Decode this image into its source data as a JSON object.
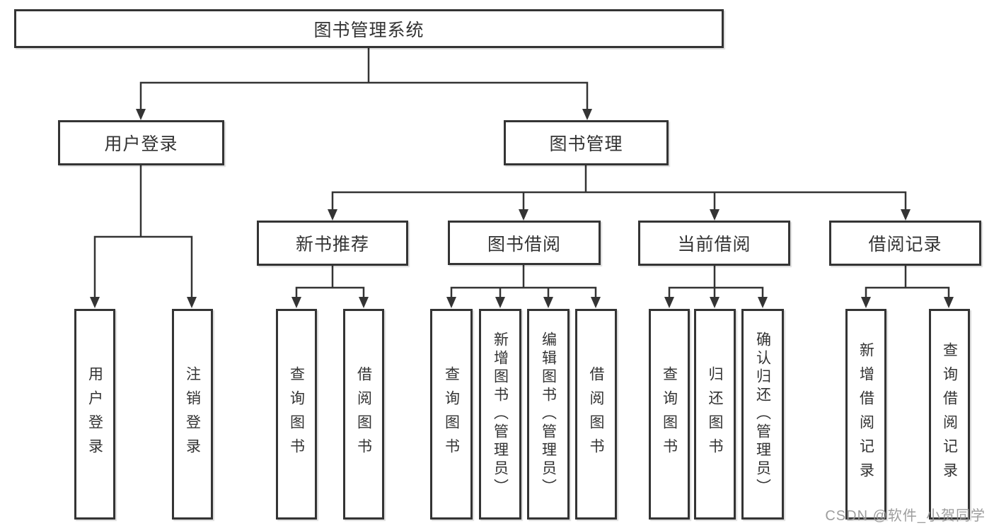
{
  "diagram": {
    "type": "hierarchy",
    "colors": {
      "line": "#343434",
      "box_border": "#343434",
      "box_fill": "#ffffff",
      "text": "#333333",
      "watermark": "#989898",
      "background": "#ffffff"
    },
    "tree": {
      "label": "图书管理系统",
      "children": [
        {
          "label": "用户登录",
          "children": [
            {
              "label": "用户登录"
            },
            {
              "label": "注销登录"
            }
          ]
        },
        {
          "label": "图书管理",
          "children": [
            {
              "label": "新书推荐",
              "children": [
                {
                  "label": "查询图书"
                },
                {
                  "label": "借阅图书"
                }
              ]
            },
            {
              "label": "图书借阅",
              "children": [
                {
                  "label": "查询图书"
                },
                {
                  "label": "新增图书（管理员）"
                },
                {
                  "label": "编辑图书（管理员）"
                },
                {
                  "label": "借阅图书"
                }
              ]
            },
            {
              "label": "当前借阅",
              "children": [
                {
                  "label": "查询图书"
                },
                {
                  "label": "归还图书"
                },
                {
                  "label": "确认归还（管理员）"
                }
              ]
            },
            {
              "label": "借阅记录",
              "children": [
                {
                  "label": "新增借阅记录"
                },
                {
                  "label": "查询借阅记录"
                }
              ]
            }
          ]
        }
      ]
    },
    "watermark": {
      "text": "CSDN @软件_小贺同学"
    }
  }
}
